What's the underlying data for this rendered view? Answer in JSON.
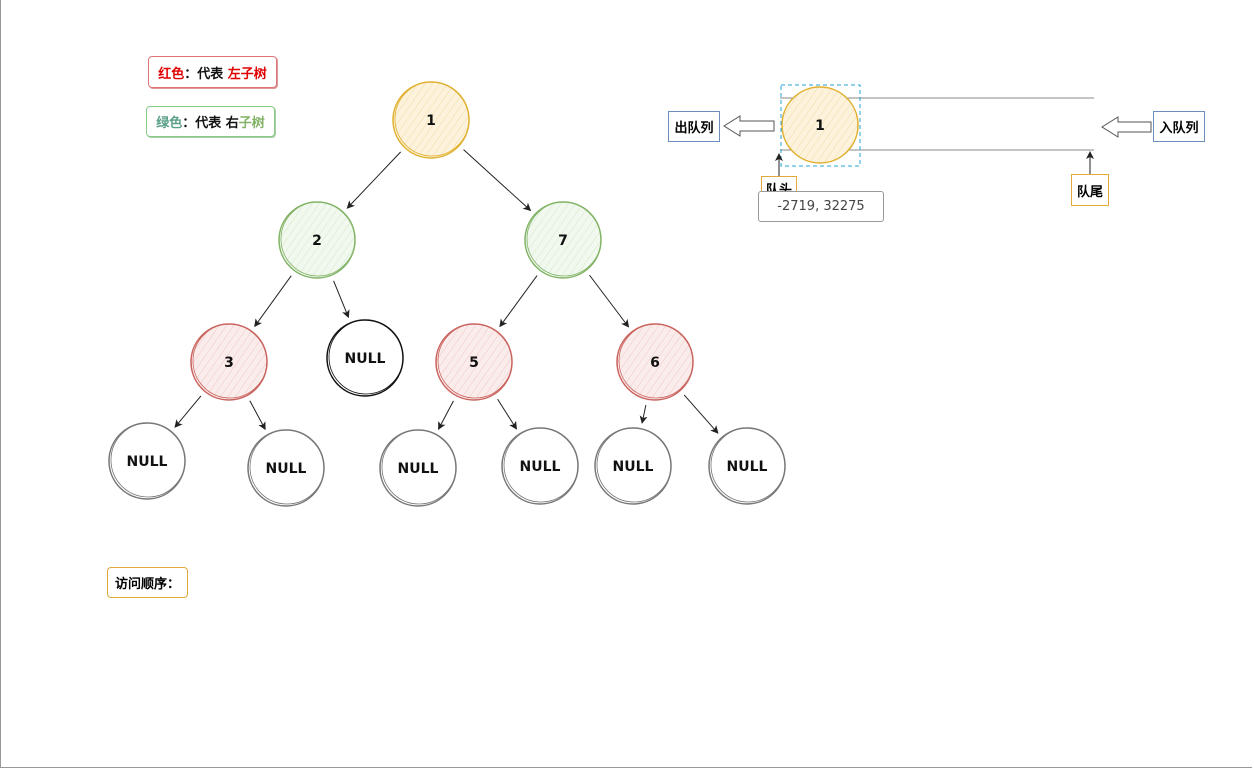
{
  "legend": {
    "red_prefix": "红色",
    "red_mid": "：代表 ",
    "red_suffix": "左子树",
    "green_prefix": "绿色",
    "green_mid": "：代表 右",
    "green_suffix": "子树",
    "red_color": "#e00000",
    "green_color": "#82b366"
  },
  "visit_order_label": "访问顺序：",
  "tree": {
    "nodes": [
      {
        "id": "n1",
        "label": "1",
        "color": "#e0b030",
        "fill": "#fdf3dc"
      },
      {
        "id": "n2",
        "label": "2",
        "color": "#82b366",
        "fill": "#eef6ea"
      },
      {
        "id": "n7",
        "label": "7",
        "color": "#82b366",
        "fill": "#eef6ea"
      },
      {
        "id": "n3",
        "label": "3",
        "color": "#c9645f",
        "fill": "#f8e1e0"
      },
      {
        "id": "nnull_a",
        "label": "NULL",
        "color": "#111111",
        "fill": "#ffffff"
      },
      {
        "id": "n5",
        "label": "5",
        "color": "#c9645f",
        "fill": "#f8e1e0"
      },
      {
        "id": "n6",
        "label": "6",
        "color": "#c9645f",
        "fill": "#f8e1e0"
      },
      {
        "id": "nnull_1",
        "label": "NULL",
        "color": "#777777",
        "fill": "#ffffff"
      },
      {
        "id": "nnull_2",
        "label": "NULL",
        "color": "#777777",
        "fill": "#ffffff"
      },
      {
        "id": "nnull_3",
        "label": "NULL",
        "color": "#777777",
        "fill": "#ffffff"
      },
      {
        "id": "nnull_4",
        "label": "NULL",
        "color": "#777777",
        "fill": "#ffffff"
      },
      {
        "id": "nnull_5",
        "label": "NULL",
        "color": "#777777",
        "fill": "#ffffff"
      },
      {
        "id": "nnull_6",
        "label": "NULL",
        "color": "#777777",
        "fill": "#ffffff"
      }
    ],
    "edges": [
      [
        "n1",
        "n2"
      ],
      [
        "n1",
        "n7"
      ],
      [
        "n2",
        "n3"
      ],
      [
        "n2",
        "nnull_a"
      ],
      [
        "n7",
        "n5"
      ],
      [
        "n7",
        "n6"
      ],
      [
        "n3",
        "nnull_1"
      ],
      [
        "n3",
        "nnull_2"
      ],
      [
        "n5",
        "nnull_3"
      ],
      [
        "n5",
        "nnull_4"
      ],
      [
        "n6",
        "nnull_5"
      ],
      [
        "n6",
        "nnull_6"
      ]
    ]
  },
  "queue": {
    "out_label": "出队列",
    "in_label": "入队列",
    "head_label": "队头",
    "tail_label": "队尾",
    "item_label": "1",
    "item_color": "#e0b030",
    "item_fill": "#fdf3dc",
    "selection_color": "#29a3d6"
  },
  "coord_tooltip": "-2719, 32275"
}
